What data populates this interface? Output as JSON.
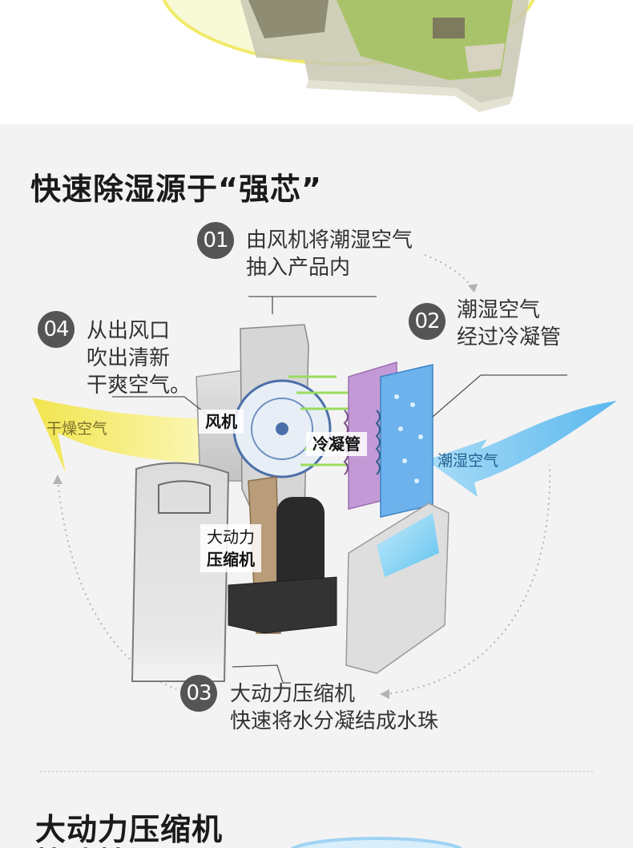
{
  "section": {
    "title": "快速除湿源于“强芯”"
  },
  "steps": [
    {
      "number": "01",
      "lines": [
        "由风机将潮湿空气",
        "抽入产品内"
      ]
    },
    {
      "number": "02",
      "lines": [
        "潮湿空气",
        "经过冷凝管"
      ]
    },
    {
      "number": "03",
      "lines": [
        "大动力压缩机",
        "快速将水分凝结成水珠"
      ]
    },
    {
      "number": "04",
      "lines": [
        "从出风口",
        "吹出清新",
        "干爽空气。"
      ]
    }
  ],
  "components": {
    "fan": "风机",
    "condenser": "冷凝管",
    "compressor_line1": "大动力",
    "compressor_line2": "压缩机"
  },
  "airflow": {
    "dry_air": "干燥空气",
    "humid_air": "潮湿空气"
  },
  "next_section": {
    "title_line1": "大动力压缩机",
    "title_line2": "快速抽湿"
  },
  "colors": {
    "accent_blue": "#5bb8ee",
    "accent_yellow": "#f3ea6a",
    "step_circle": "#555555",
    "background": "#f4f3f3"
  }
}
